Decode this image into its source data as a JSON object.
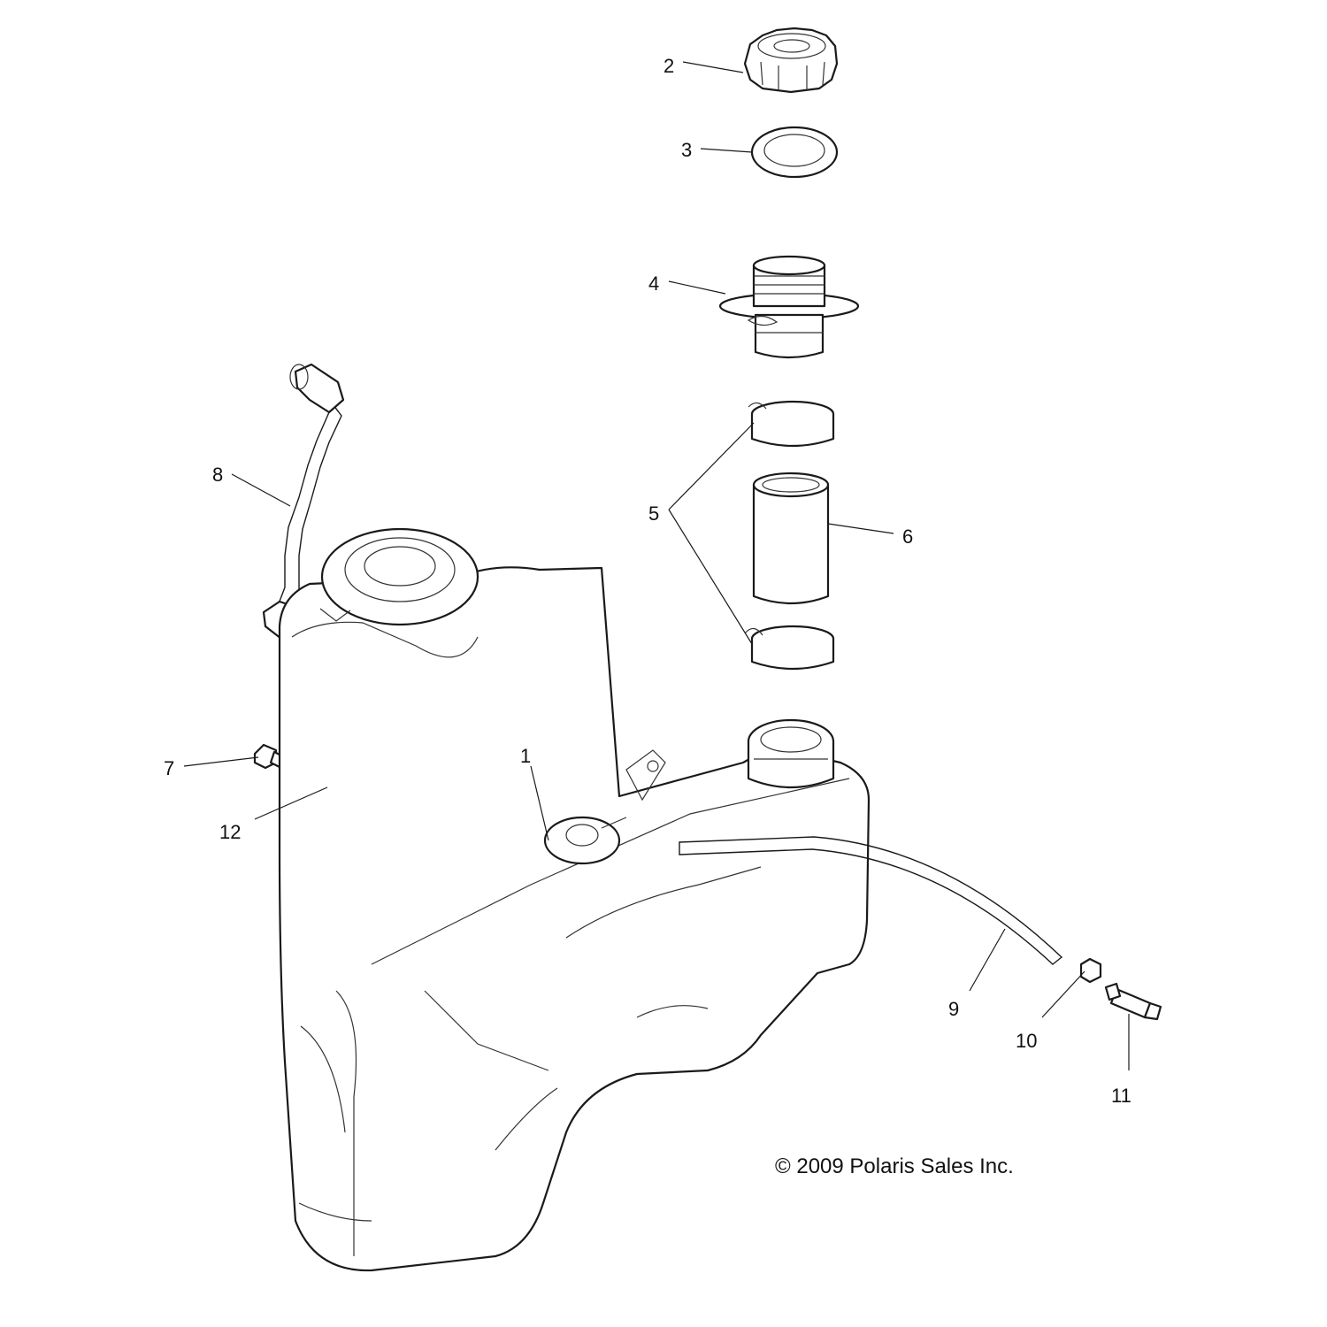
{
  "callouts": {
    "c1": "1",
    "c2": "2",
    "c3": "3",
    "c4": "4",
    "c5": "5",
    "c6": "6",
    "c7": "7",
    "c8": "8",
    "c9": "9",
    "c10": "10",
    "c11": "11",
    "c12": "12"
  },
  "copyright": "© 2009 Polaris Sales Inc."
}
